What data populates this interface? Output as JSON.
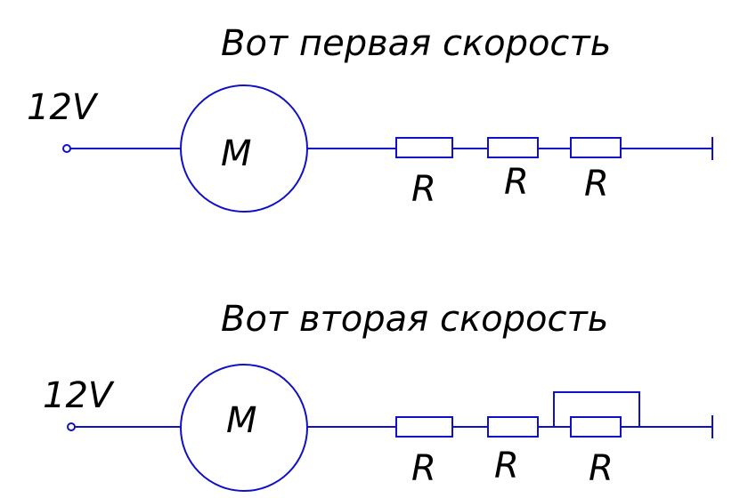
{
  "colors": {
    "wire": "#1010c8",
    "text": "#000000",
    "background": "#ffffff"
  },
  "circuits": [
    {
      "title": "Вот первая скорость",
      "voltage": "12V",
      "motor_label": "M",
      "resistors": [
        {
          "label": "R",
          "shorted": false
        },
        {
          "label": "R",
          "shorted": false
        },
        {
          "label": "R",
          "shorted": false
        }
      ]
    },
    {
      "title": "Вот вторая скорость",
      "voltage": "12V",
      "motor_label": "M",
      "resistors": [
        {
          "label": "R",
          "shorted": false
        },
        {
          "label": "R",
          "shorted": false
        },
        {
          "label": "R",
          "shorted": true
        }
      ]
    }
  ]
}
